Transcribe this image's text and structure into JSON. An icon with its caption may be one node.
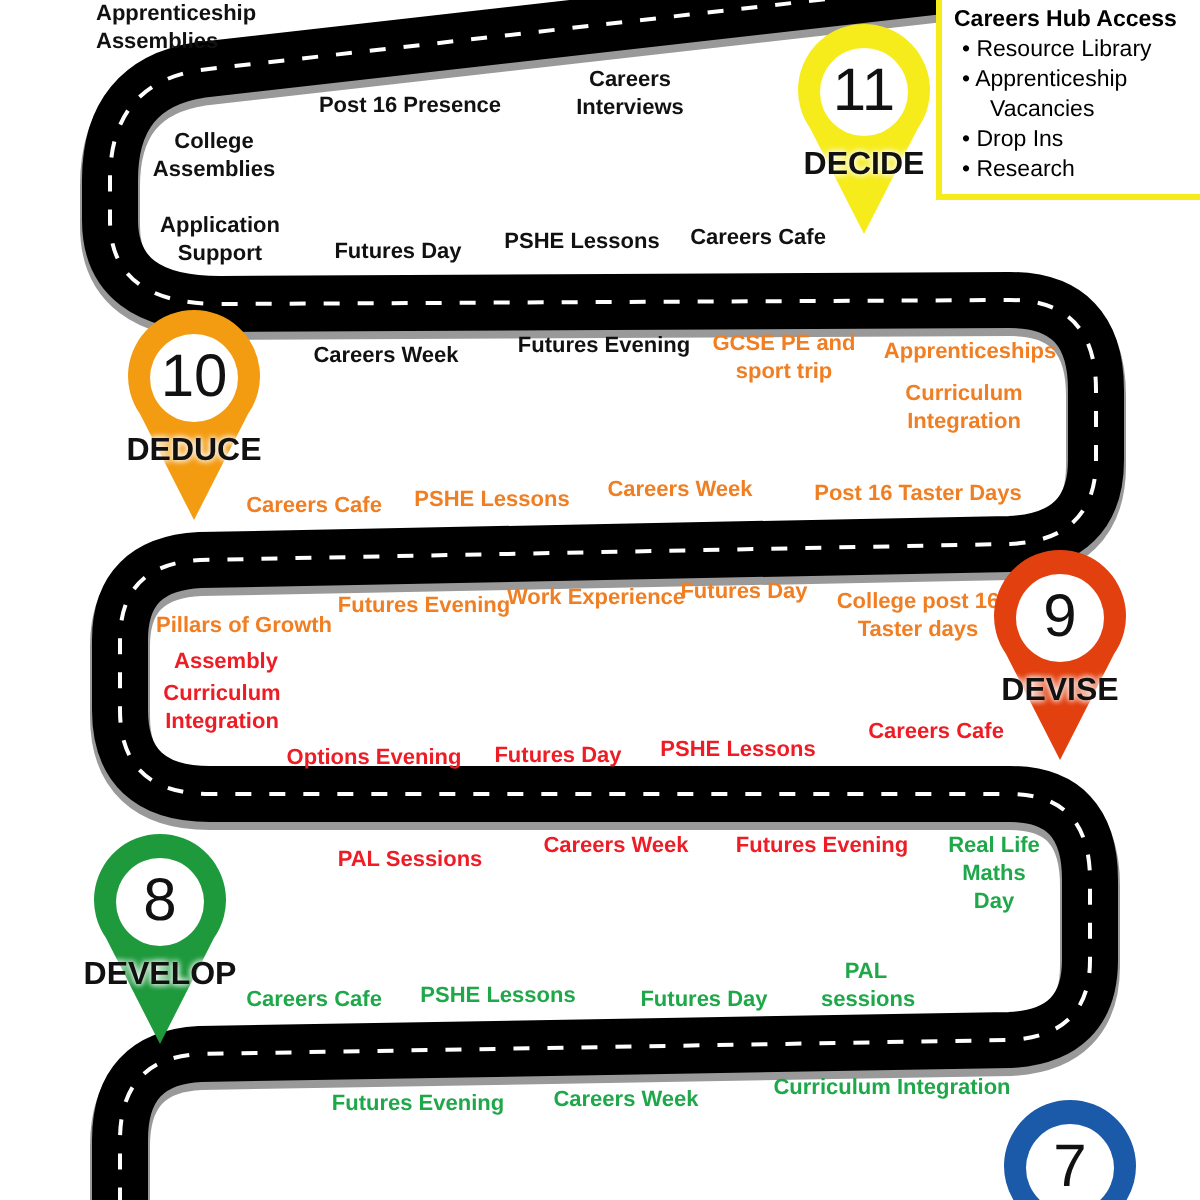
{
  "diagram": {
    "nodes": [
      {
        "text": [
          "Careers Hub Access",
          "• Resource Library",
          "• Apprenticeship Vacancies",
          "• Drop Ins",
          "• Research"
        ]
      },
      {
        "text": [
          "11",
          "DECIDE"
        ]
      },
      {
        "text": [
          "10",
          "DEDUCE"
        ]
      },
      {
        "text": [
          "9",
          "DEVISE"
        ]
      },
      {
        "text": [
          "8",
          "DEVELOP"
        ]
      },
      {
        "text": [
          "7"
        ]
      }
    ],
    "labels": [
      "Apprenticeship Assemblies",
      "Post 16 Presence",
      "Careers Interviews",
      "College Assemblies",
      "Application Support",
      "Futures Day",
      "PSHE Lessons",
      "Careers Cafe",
      "Careers Week",
      "Futures Evening",
      "GCSE PE and sport trip",
      "Apprenticeships",
      "Curriculum Integration",
      "Careers Cafe",
      "PSHE Lessons",
      "Careers Week",
      "Post 16 Taster Days",
      "Futures Evening",
      "Work Experience",
      "Futures Day",
      "College post 16 Taster days",
      "Pillars of Growth",
      "Assembly",
      "Curriculum Integration",
      "Options Evening",
      "Futures Day",
      "PSHE Lessons",
      "Careers Cafe",
      "PAL Sessions",
      "Careers Week",
      "Futures Evening",
      "Real Life Maths Day",
      "Careers Cafe",
      "PSHE Lessons",
      "Futures Day",
      "PAL sessions",
      "Futures Evening",
      "Careers Week",
      "Curriculum Integration"
    ]
  }
}
